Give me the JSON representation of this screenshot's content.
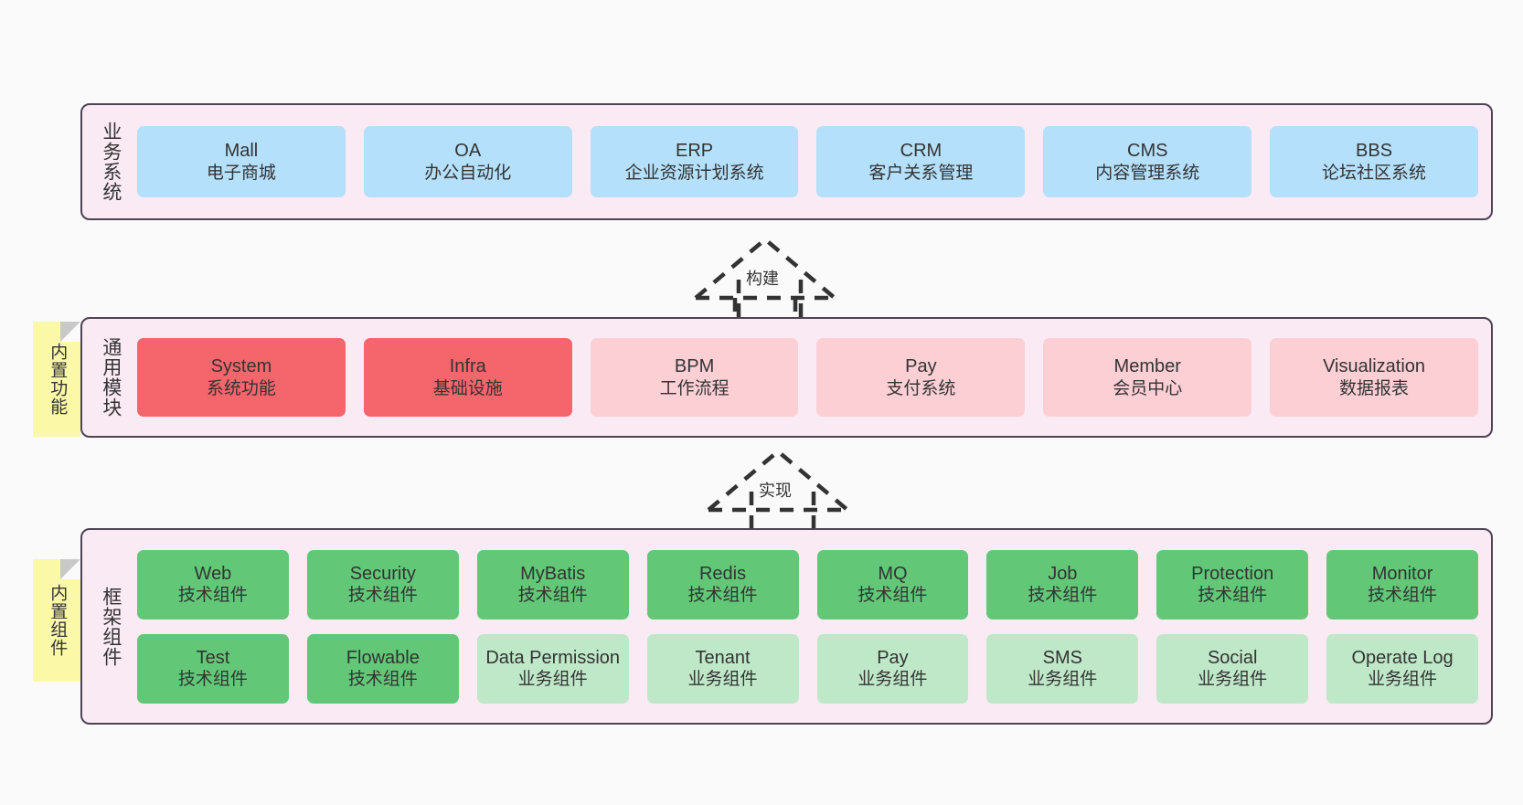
{
  "layers": [
    {
      "id": "business",
      "title": "业务系统",
      "rows": [
        {
          "style": "blue",
          "cards": [
            {
              "en": "Mall",
              "cn": "电子商城"
            },
            {
              "en": "OA",
              "cn": "办公自动化"
            },
            {
              "en": "ERP",
              "cn": "企业资源计划系统"
            },
            {
              "en": "CRM",
              "cn": "客户关系管理"
            },
            {
              "en": "CMS",
              "cn": "内容管理系统"
            },
            {
              "en": "BBS",
              "cn": "论坛社区系统"
            }
          ]
        }
      ]
    },
    {
      "id": "common",
      "title": "通用模块",
      "sticky": "内置功能",
      "rows": [
        {
          "style": "mixed",
          "cards": [
            {
              "en": "System",
              "cn": "系统功能",
              "style": "red"
            },
            {
              "en": "Infra",
              "cn": "基础设施",
              "style": "red"
            },
            {
              "en": "BPM",
              "cn": "工作流程",
              "style": "pink"
            },
            {
              "en": "Pay",
              "cn": "支付系统",
              "style": "pink"
            },
            {
              "en": "Member",
              "cn": "会员中心",
              "style": "pink"
            },
            {
              "en": "Visualization",
              "cn": "数据报表",
              "style": "pink"
            }
          ]
        }
      ]
    },
    {
      "id": "framework",
      "title": "框架组件",
      "sticky": "内置组件",
      "rows": [
        {
          "style": "green",
          "cards": [
            {
              "en": "Web",
              "cn": "技术组件",
              "style": "green"
            },
            {
              "en": "Security",
              "cn": "技术组件",
              "style": "green"
            },
            {
              "en": "MyBatis",
              "cn": "技术组件",
              "style": "green"
            },
            {
              "en": "Redis",
              "cn": "技术组件",
              "style": "green"
            },
            {
              "en": "MQ",
              "cn": "技术组件",
              "style": "green"
            },
            {
              "en": "Job",
              "cn": "技术组件",
              "style": "green"
            },
            {
              "en": "Protection",
              "cn": "技术组件",
              "style": "green"
            },
            {
              "en": "Monitor",
              "cn": "技术组件",
              "style": "green"
            }
          ]
        },
        {
          "style": "mixed",
          "cards": [
            {
              "en": "Test",
              "cn": "技术组件",
              "style": "green"
            },
            {
              "en": "Flowable",
              "cn": "技术组件",
              "style": "green"
            },
            {
              "en": "Data Permission",
              "cn": "业务组件",
              "style": "lgreen"
            },
            {
              "en": "Tenant",
              "cn": "业务组件",
              "style": "lgreen"
            },
            {
              "en": "Pay",
              "cn": "业务组件",
              "style": "lgreen"
            },
            {
              "en": "SMS",
              "cn": "业务组件",
              "style": "lgreen"
            },
            {
              "en": "Social",
              "cn": "业务组件",
              "style": "lgreen"
            },
            {
              "en": "Operate Log",
              "cn": "业务组件",
              "style": "lgreen"
            }
          ]
        }
      ]
    }
  ],
  "connectors": [
    {
      "id": "build",
      "label": "构建",
      "from": "common",
      "to": "business"
    },
    {
      "id": "impl",
      "label": "实现",
      "from": "framework",
      "to": "common"
    }
  ],
  "colors": {
    "canvas_bg": "#fafafa",
    "panel_bg": "#f9eaf4",
    "panel_border": "#4f4456",
    "blue": "#b5e0fb",
    "red": "#f4666c",
    "pink": "#fccfd5",
    "green": "#62c878",
    "light_green": "#bfe8c8",
    "sticky_yellow": "#fbf8a8",
    "sticky_fold": "#c9c9c9",
    "text": "#333333",
    "connector": "#333333"
  }
}
